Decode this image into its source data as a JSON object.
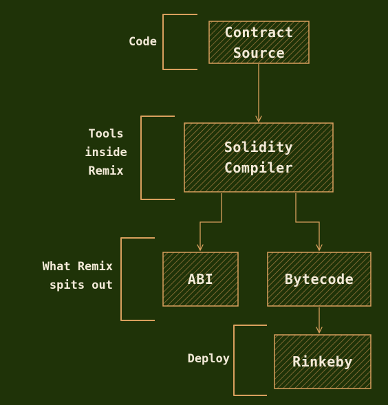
{
  "colors": {
    "background": "#1f3308",
    "stroke": "#d9a05e",
    "text": "#f3ead8"
  },
  "nodes": {
    "contract_source": {
      "lines": [
        "Contract",
        "Source"
      ]
    },
    "solidity_compiler": {
      "lines": [
        "Solidity",
        "Compiler"
      ]
    },
    "abi": {
      "lines": [
        "ABI"
      ]
    },
    "bytecode": {
      "lines": [
        "Bytecode"
      ]
    },
    "rinkeby": {
      "lines": [
        "Rinkeby"
      ]
    }
  },
  "labels": {
    "code": {
      "lines": [
        "Code"
      ]
    },
    "tools": {
      "lines": [
        "Tools",
        "inside",
        "Remix"
      ]
    },
    "output": {
      "lines": [
        "What Remix",
        "spits out"
      ]
    },
    "deploy": {
      "lines": [
        "Deploy"
      ]
    }
  }
}
